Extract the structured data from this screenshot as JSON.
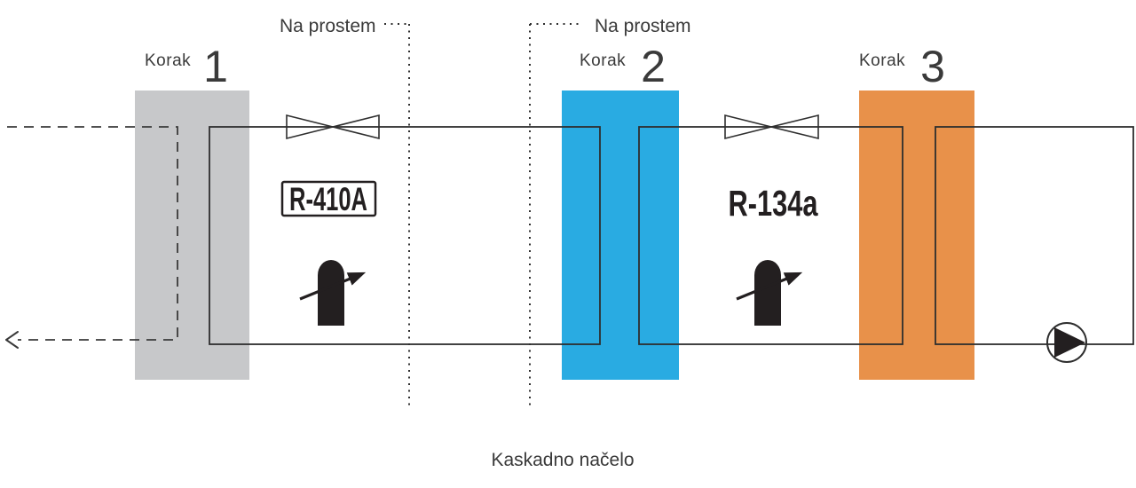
{
  "caption": "Kaskadno načelo",
  "outdoor": {
    "left_label": "Na prostem",
    "right_label": "Na prostem"
  },
  "steps": [
    {
      "label": "Korak",
      "number": "1"
    },
    {
      "label": "Korak",
      "number": "2"
    },
    {
      "label": "Korak",
      "number": "3"
    }
  ],
  "refrigerants": {
    "circuit1": "R-410A",
    "circuit2": "R-134a"
  },
  "icons": {
    "valve": "expansion-valve-icon",
    "compressor": "compressor-icon",
    "pump": "pump-icon",
    "air_arrow": "arrow-left-icon"
  },
  "colors": {
    "exchanger_gray": "#c7c8ca",
    "exchanger_blue": "#29abe2",
    "exchanger_orange": "#e8914a",
    "line": "#2e2e2e",
    "text": "#3a3a3a",
    "refrigerant_text": "#231f20"
  }
}
